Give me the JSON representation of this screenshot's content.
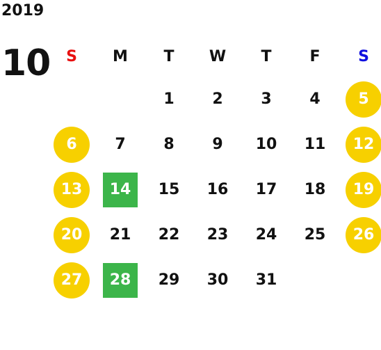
{
  "calendar": {
    "year": "2019",
    "month": "10",
    "weekdays": [
      {
        "label": "S",
        "color": "#e81010"
      },
      {
        "label": "M",
        "color": "#111111"
      },
      {
        "label": "T",
        "color": "#111111"
      },
      {
        "label": "W",
        "color": "#111111"
      },
      {
        "label": "T",
        "color": "#111111"
      },
      {
        "label": "F",
        "color": "#111111"
      },
      {
        "label": "S",
        "color": "#1010e0"
      }
    ],
    "weeks": [
      [
        null,
        null,
        {
          "day": "1"
        },
        {
          "day": "2"
        },
        {
          "day": "3"
        },
        {
          "day": "4"
        },
        {
          "day": "5",
          "style": "weekend"
        }
      ],
      [
        {
          "day": "6",
          "style": "weekend"
        },
        {
          "day": "7"
        },
        {
          "day": "8"
        },
        {
          "day": "9"
        },
        {
          "day": "10"
        },
        {
          "day": "11"
        },
        {
          "day": "12",
          "style": "weekend"
        }
      ],
      [
        {
          "day": "13",
          "style": "weekend"
        },
        {
          "day": "14",
          "style": "holiday"
        },
        {
          "day": "15"
        },
        {
          "day": "16"
        },
        {
          "day": "17"
        },
        {
          "day": "18"
        },
        {
          "day": "19",
          "style": "weekend"
        }
      ],
      [
        {
          "day": "20",
          "style": "weekend"
        },
        {
          "day": "21"
        },
        {
          "day": "22"
        },
        {
          "day": "23"
        },
        {
          "day": "24"
        },
        {
          "day": "25"
        },
        {
          "day": "26",
          "style": "weekend"
        }
      ],
      [
        {
          "day": "27",
          "style": "weekend"
        },
        {
          "day": "28",
          "style": "holiday"
        },
        {
          "day": "29"
        },
        {
          "day": "30"
        },
        {
          "day": "31"
        },
        null,
        null
      ]
    ],
    "colors": {
      "weekend_marker": "#f7d000",
      "holiday_marker": "#3cb54a"
    }
  }
}
